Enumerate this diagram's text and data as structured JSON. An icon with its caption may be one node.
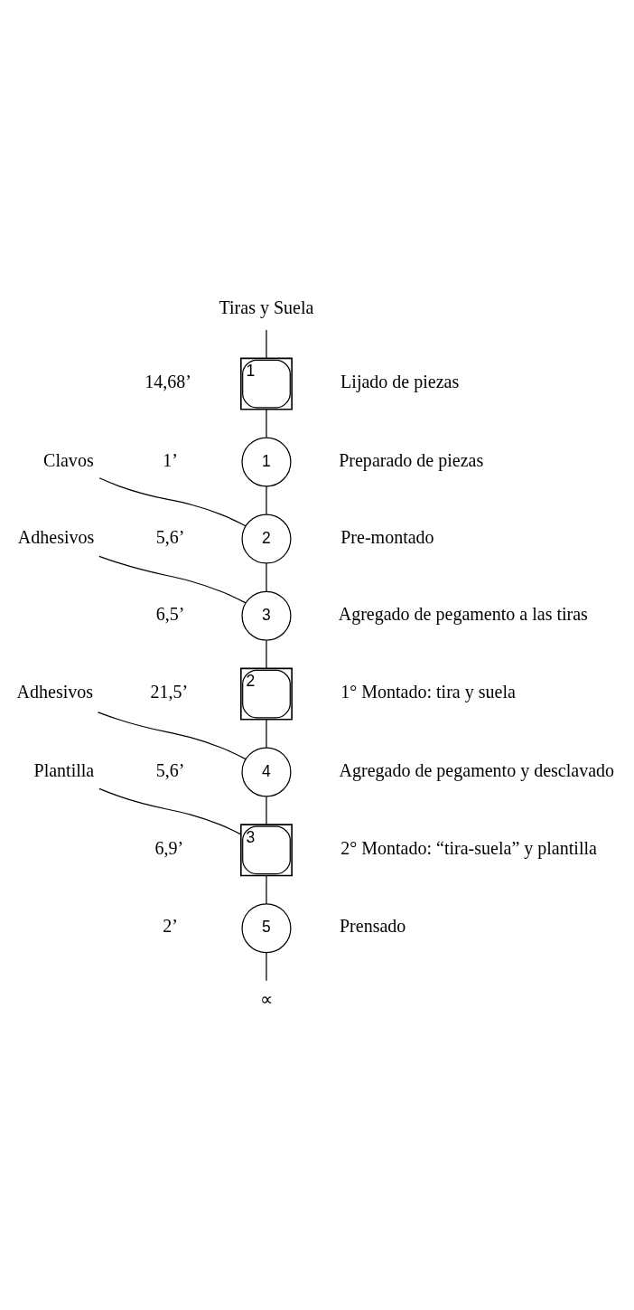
{
  "diagram": {
    "nodes": [
      {
        "text": [
          "Tiras y Suela"
        ]
      },
      {
        "text": [
          "1"
        ],
        "beside": [
          "14,68’",
          "Lijado de piezas"
        ]
      },
      {
        "text": [
          "1"
        ],
        "beside": [
          "1’",
          "Preparado de piezas"
        ]
      },
      {
        "text": [
          "Clavos"
        ]
      },
      {
        "text": [
          "2"
        ],
        "beside": [
          "5,6’",
          "Pre-montado"
        ]
      },
      {
        "text": [
          "Adhesivos"
        ]
      },
      {
        "text": [
          "3"
        ],
        "beside": [
          "6,5’",
          "Agregado de pegamento a las tiras"
        ]
      },
      {
        "text": [
          "2"
        ],
        "beside": [
          "21,5’",
          "1° Montado: tira y suela"
        ]
      },
      {
        "text": [
          "Adhesivos"
        ]
      },
      {
        "text": [
          "4"
        ],
        "beside": [
          "5,6’",
          "Agregado de pegamento y desclavado"
        ]
      },
      {
        "text": [
          "Plantilla"
        ]
      },
      {
        "text": [
          "3"
        ],
        "beside": [
          "6,9’",
          "2° Montado: “tira-suela” y plantilla"
        ]
      },
      {
        "text": [
          "5"
        ],
        "beside": [
          "2’",
          "Prensado"
        ]
      },
      {
        "text": [
          "∝"
        ]
      }
    ],
    "edges": [
      {
        "from": 0,
        "to": 1,
        "arrow": "none"
      },
      {
        "from": 1,
        "to": 2,
        "arrow": "none"
      },
      {
        "from": 2,
        "to": 4,
        "arrow": "none"
      },
      {
        "from": 3,
        "to": 4,
        "arrow": "none"
      },
      {
        "from": 4,
        "to": 6,
        "arrow": "none"
      },
      {
        "from": 5,
        "to": 6,
        "arrow": "none"
      },
      {
        "from": 6,
        "to": 7,
        "arrow": "none"
      },
      {
        "from": 7,
        "to": 9,
        "arrow": "none"
      },
      {
        "from": 8,
        "to": 9,
        "arrow": "none"
      },
      {
        "from": 9,
        "to": 11,
        "arrow": "none"
      },
      {
        "from": 10,
        "to": 11,
        "arrow": "none"
      },
      {
        "from": 11,
        "to": 12,
        "arrow": "none"
      },
      {
        "from": 12,
        "to": 13,
        "arrow": "none"
      }
    ]
  }
}
